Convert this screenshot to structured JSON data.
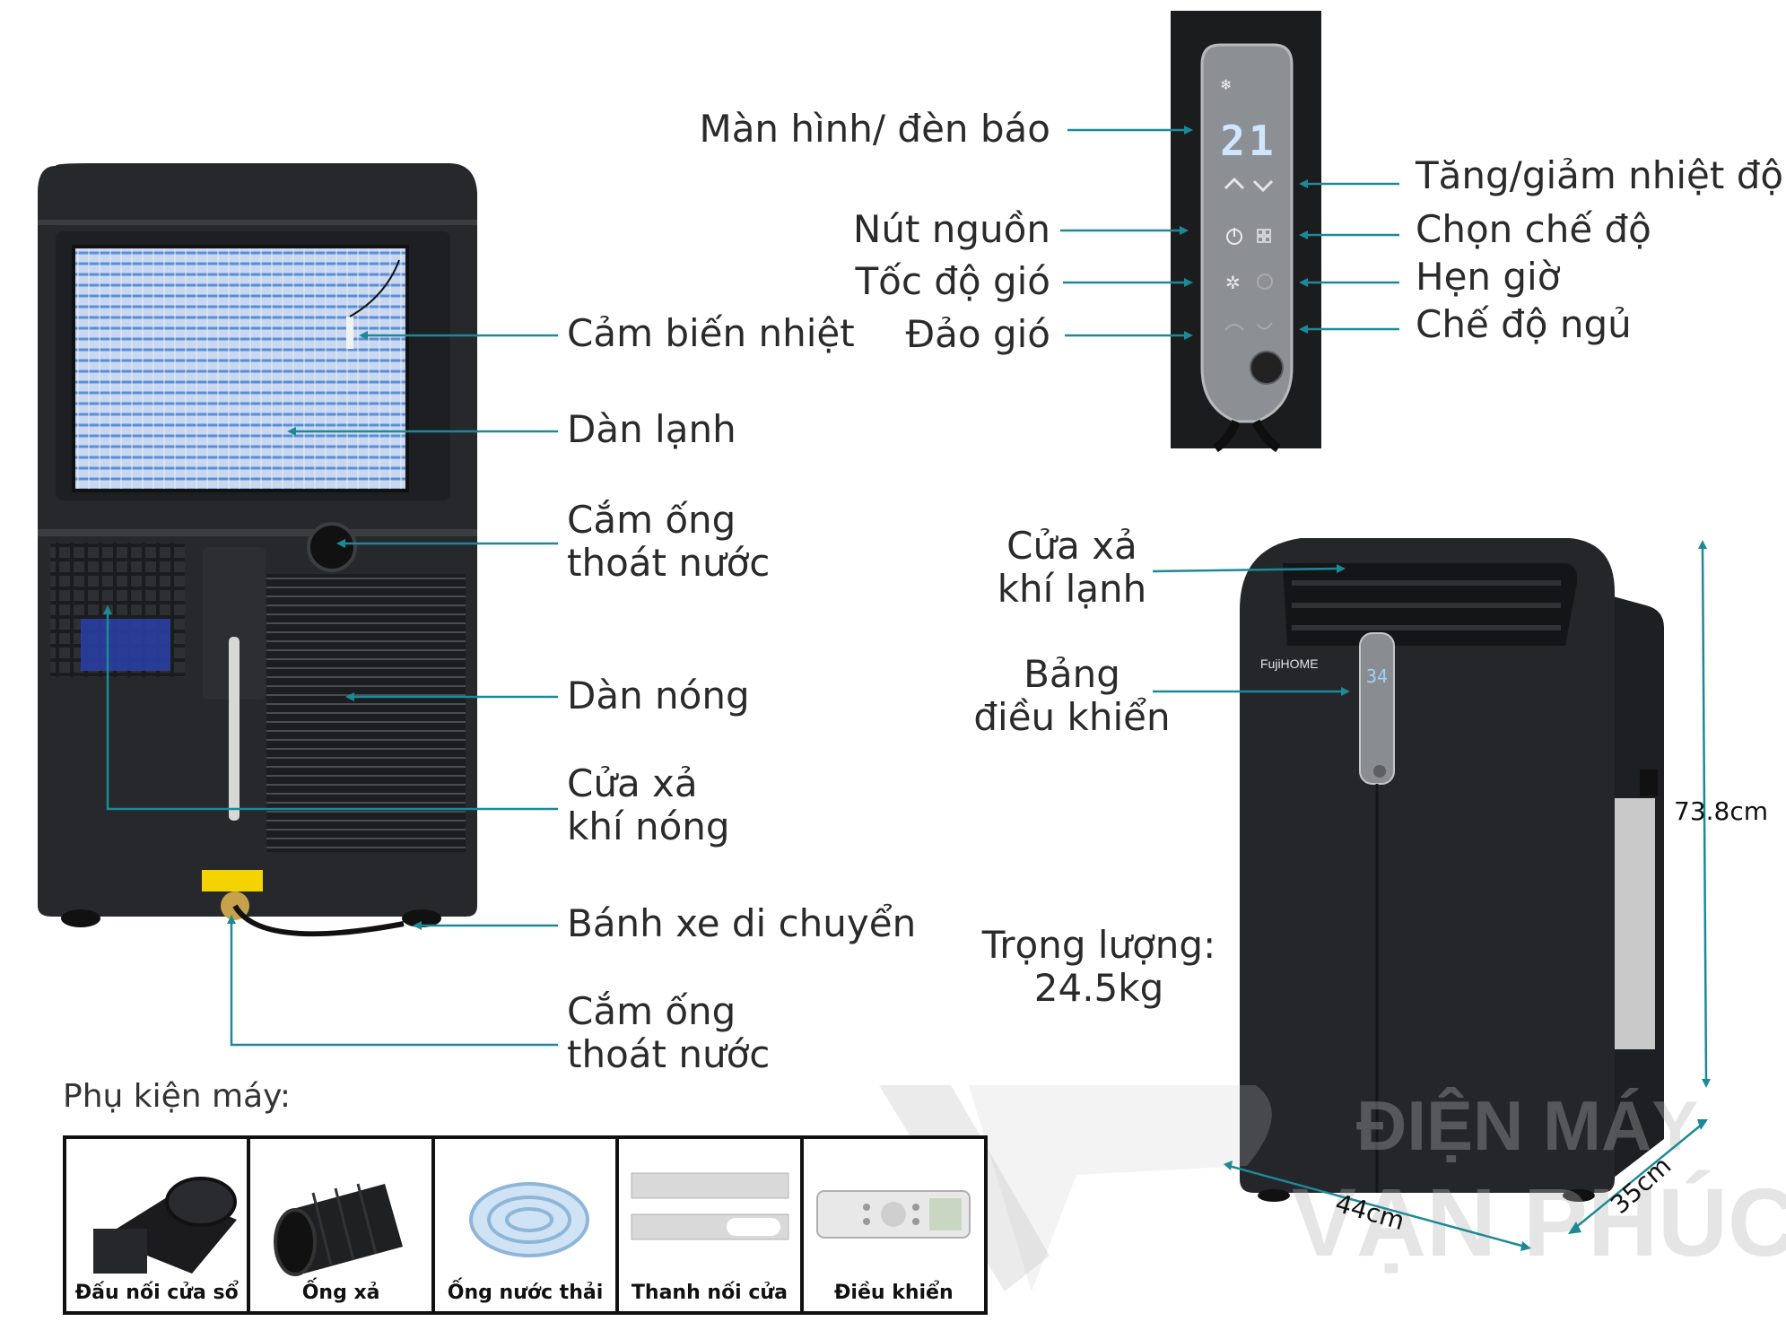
{
  "colors": {
    "leader": "#1c8a96",
    "unit_body": "#26282b",
    "panel_silver": "#8a8d90",
    "display_blue": "#9fd0ff"
  },
  "back_view_labels": [
    {
      "id": "temp-sensor",
      "text": "Cảm biến nhiệt"
    },
    {
      "id": "evaporator",
      "text": "Dàn lạnh"
    },
    {
      "id": "drain-pipe-top",
      "text": "Cắm ống\nthoát nước"
    },
    {
      "id": "condenser",
      "text": "Dàn nóng"
    },
    {
      "id": "hot-exhaust",
      "text": "Cửa xả\nkhí nóng"
    },
    {
      "id": "wheels",
      "text": "Bánh xe di chuyển"
    },
    {
      "id": "drain-pipe-bottom",
      "text": "Cắm ống\nthoát nước"
    }
  ],
  "control_panel": {
    "display_value": "21",
    "left_labels": [
      "Màn hình/ đèn báo",
      "Nút nguồn",
      "Tốc độ gió",
      "Đảo gió"
    ],
    "right_labels": [
      "Tăng/giảm nhiệt độ",
      "Chọn chế độ",
      "Hẹn giờ",
      "Chế độ ngủ"
    ]
  },
  "front_view": {
    "cold_exhaust": "Cửa xả\nkhí lạnh",
    "control_board": "Bảng\nđiều khiển",
    "weight": "Trọng lượng:\n24.5kg",
    "display_value": "34",
    "brand_logo": "FujiHOME",
    "height": "73.8cm",
    "width": "44cm",
    "depth": "35cm"
  },
  "accessories": {
    "title": "Phụ kiện máy:",
    "items": [
      "Đấu nối cửa sổ",
      "Ống xả",
      "Ống nước thải",
      "Thanh nối cửa",
      "Điều khiển"
    ]
  },
  "watermark": {
    "line1": "ĐIỆN MÁY",
    "line2": "VẠN PHÚC"
  }
}
